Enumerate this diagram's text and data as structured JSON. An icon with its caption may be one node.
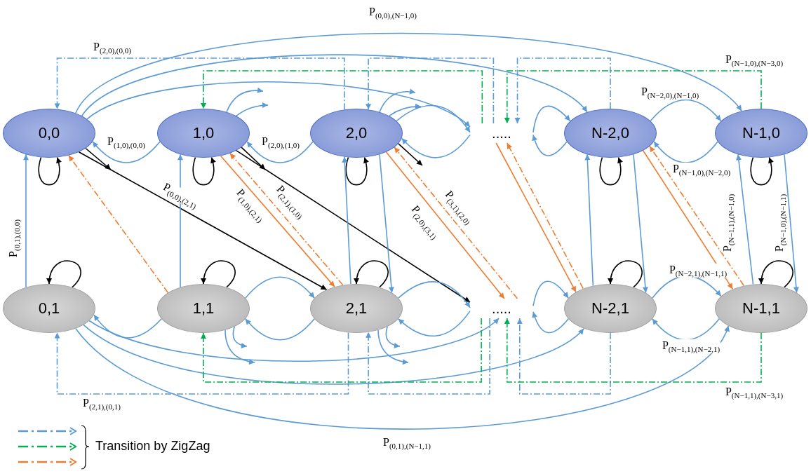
{
  "diagram": {
    "nodes": [
      {
        "text": [
          "0,0"
        ]
      },
      {
        "text": [
          "1,0"
        ]
      },
      {
        "text": [
          "2,0"
        ]
      },
      {
        "text": [
          "....."
        ]
      },
      {
        "text": [
          "N-2,0"
        ]
      },
      {
        "text": [
          "N-1,0"
        ]
      },
      {
        "text": [
          "0,1"
        ]
      },
      {
        "text": [
          "1,1"
        ]
      },
      {
        "text": [
          "2,1"
        ]
      },
      {
        "text": [
          "....."
        ]
      },
      {
        "text": [
          "N-2,1"
        ]
      },
      {
        "text": [
          "N-1,1"
        ]
      }
    ],
    "edges": [
      {
        "from": 0,
        "to": 5,
        "arrow": "to",
        "label": "P$_{(0,0),(N−1,0)}$"
      },
      {
        "from": 0,
        "to": 4,
        "arrow": "to"
      },
      {
        "from": 0,
        "to": 3,
        "arrow": "to"
      },
      {
        "from": 2,
        "to": 0,
        "arrow": "to",
        "style": "dashed",
        "label": "P$_{(2,0),(0,0)}$"
      },
      {
        "from": 3,
        "to": 2,
        "arrow": "to",
        "style": "dashed"
      },
      {
        "from": 4,
        "to": 3,
        "arrow": "to",
        "style": "dashed"
      },
      {
        "from": 3,
        "to": 1,
        "arrow": "to",
        "style": "dashed",
        "color": "#00b050"
      },
      {
        "from": 5,
        "to": 3,
        "arrow": "to",
        "style": "dashed",
        "color": "#00b050",
        "label": "P$_{(N−1,0),(N−3,0)}$"
      },
      {
        "from": 1,
        "to": null,
        "arrow": "to"
      },
      {
        "from": 1,
        "to": null,
        "arrow": "to"
      },
      {
        "from": 2,
        "to": null,
        "arrow": "to"
      },
      {
        "from": 2,
        "to": null,
        "arrow": "to"
      },
      {
        "from": 2,
        "to": 3,
        "arrow": "to"
      },
      {
        "from": 3,
        "to": 4,
        "arrow": "to"
      },
      {
        "from": 4,
        "to": 5,
        "arrow": "to",
        "label": "P$_{(N−2,0),(N−1,0)}$"
      },
      {
        "from": 5,
        "to": 4,
        "arrow": "to",
        "label": "P$_{(N−1,0),(N−2,0)}$"
      },
      {
        "from": 4,
        "to": 3,
        "arrow": "to"
      },
      {
        "from": 3,
        "to": 2,
        "arrow": "to"
      },
      {
        "from": 2,
        "to": 1,
        "arrow": "to",
        "label": "P$_{(2,0),(1,0)}$"
      },
      {
        "from": 1,
        "to": 0,
        "arrow": "to",
        "label": "P$_{(1,0),(0,0)}$"
      },
      {
        "from": 0,
        "to": 0,
        "arrow": "to",
        "color": "#000000"
      },
      {
        "from": 1,
        "to": 1,
        "arrow": "to",
        "color": "#000000"
      },
      {
        "from": 2,
        "to": 2,
        "arrow": "to",
        "color": "#000000"
      },
      {
        "from": 4,
        "to": 4,
        "arrow": "to",
        "color": "#000000"
      },
      {
        "from": 5,
        "to": 5,
        "arrow": "to",
        "color": "#000000"
      },
      {
        "from": 0,
        "to": null,
        "arrow": "to",
        "color": "#000000"
      },
      {
        "from": 1,
        "to": null,
        "arrow": "to",
        "color": "#000000"
      },
      {
        "from": 2,
        "to": null,
        "arrow": "to",
        "color": "#000000"
      },
      {
        "from": 0,
        "to": 8,
        "arrow": "to",
        "color": "#000000",
        "label": "P$_{(0,0),(2,1)}$"
      },
      {
        "from": 1,
        "to": 9,
        "arrow": "to",
        "color": "#000000"
      },
      {
        "from": 1,
        "to": 8,
        "arrow": "to",
        "color": "#ed7d31",
        "label": "P$_{(1,0),(2,1)}$"
      },
      {
        "from": 8,
        "to": 1,
        "arrow": "to",
        "style": "dashed",
        "color": "#ed7d31",
        "label": "P$_{(2,1),(1,0)}$"
      },
      {
        "from": 7,
        "to": 0,
        "arrow": "to",
        "style": "dashed",
        "color": "#ed7d31"
      },
      {
        "from": 2,
        "to": 9,
        "arrow": "to",
        "color": "#ed7d31",
        "label": "P$_{(2,0),(3,1)}$"
      },
      {
        "from": 9,
        "to": 2,
        "arrow": "to",
        "style": "dashed",
        "color": "#ed7d31",
        "label": "P$_{(3,1),(2,0)}$"
      },
      {
        "from": 3,
        "to": 10,
        "arrow": "to",
        "color": "#ed7d31"
      },
      {
        "from": 10,
        "to": 3,
        "arrow": "to",
        "style": "dashed",
        "color": "#ed7d31"
      },
      {
        "from": 4,
        "to": 11,
        "arrow": "to",
        "color": "#ed7d31"
      },
      {
        "from": 11,
        "to": 4,
        "arrow": "to",
        "style": "dashed",
        "color": "#ed7d31"
      },
      {
        "from": 6,
        "to": 0,
        "arrow": "to",
        "label": "P$_{(0,1),(0,0)}$"
      },
      {
        "from": 7,
        "to": 1,
        "arrow": "to"
      },
      {
        "from": 8,
        "to": 2,
        "arrow": "to"
      },
      {
        "from": 2,
        "to": 8,
        "arrow": "to"
      },
      {
        "from": 10,
        "to": 4,
        "arrow": "to"
      },
      {
        "from": 4,
        "to": 10,
        "arrow": "to"
      },
      {
        "from": 11,
        "to": 5,
        "arrow": "to",
        "label": "P$_{(N−1,1),(N−1,0)}$"
      },
      {
        "from": 5,
        "to": 11,
        "arrow": "to",
        "label": "P$_{(N−1,0),(N−1,1)}$"
      },
      {
        "from": 6,
        "to": 6,
        "arrow": "to",
        "color": "#000000"
      },
      {
        "from": 7,
        "to": 7,
        "arrow": "to",
        "color": "#000000"
      },
      {
        "from": 8,
        "to": 8,
        "arrow": "to",
        "color": "#000000"
      },
      {
        "from": 10,
        "to": 10,
        "arrow": "to",
        "color": "#000000"
      },
      {
        "from": 11,
        "to": 11,
        "arrow": "to",
        "color": "#000000"
      },
      {
        "from": 7,
        "to": 6,
        "arrow": "to"
      },
      {
        "from": 8,
        "to": 7,
        "arrow": "to"
      },
      {
        "from": 7,
        "to": 8,
        "arrow": "to"
      },
      {
        "from": 7,
        "to": null,
        "arrow": "to"
      },
      {
        "from": 7,
        "to": null,
        "arrow": "to"
      },
      {
        "from": 8,
        "to": null,
        "arrow": "to"
      },
      {
        "from": 8,
        "to": null,
        "arrow": "to"
      },
      {
        "from": 8,
        "to": 9,
        "arrow": "to"
      },
      {
        "from": 9,
        "to": 10,
        "arrow": "to"
      },
      {
        "from": 10,
        "to": 11,
        "arrow": "to",
        "label": "P$_{(N−2,1),(N−1,1)}$"
      },
      {
        "from": 11,
        "to": 10,
        "arrow": "to",
        "label": "P$_{(N−1,1),(N−2,1)}$"
      },
      {
        "from": 10,
        "to": 9,
        "arrow": "to"
      },
      {
        "from": 9,
        "to": 8,
        "arrow": "to"
      },
      {
        "from": 6,
        "to": 9,
        "arrow": "to"
      },
      {
        "from": 6,
        "to": 10,
        "arrow": "to"
      },
      {
        "from": 6,
        "to": 11,
        "arrow": "to",
        "label": "P$_{(0,1),(N−1,1)}$"
      },
      {
        "from": 8,
        "to": 6,
        "arrow": "to",
        "style": "dashed",
        "label": "P$_{(2,1),(0,1)}$"
      },
      {
        "from": 9,
        "to": 8,
        "arrow": "to",
        "style": "dashed"
      },
      {
        "from": 10,
        "to": 9,
        "arrow": "to",
        "style": "dashed"
      },
      {
        "from": 9,
        "to": 7,
        "arrow": "to",
        "style": "dashed",
        "color": "#00b050"
      },
      {
        "from": 11,
        "to": 9,
        "arrow": "to",
        "style": "dashed",
        "color": "#00b050",
        "label": "P$_{(N−1,1),(N−3,1)}$"
      }
    ],
    "labels": [
      "Transition by ZigZag"
    ]
  }
}
